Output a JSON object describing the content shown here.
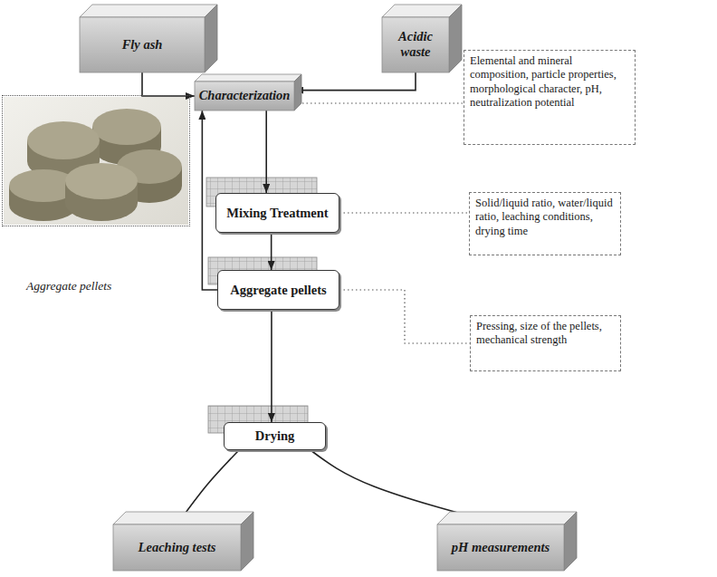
{
  "diagram": {
    "nodes": [
      {
        "text": [
          "Fly ash"
        ]
      },
      {
        "text": [
          "Acidic waste"
        ]
      },
      {
        "text": [
          "Characterization"
        ]
      },
      {
        "text": [
          "Elemental and mineral composition, particle properties, morphological character, pH, neutralization potential"
        ]
      },
      {
        "text": [
          "Aggregate pellets"
        ]
      },
      {
        "text": [
          "Mixing Treatment"
        ]
      },
      {
        "text": [
          "Solid/liquid ratio, water/liquid ratio, leaching conditions, drying time"
        ]
      },
      {
        "text": [
          "Aggregate pellets"
        ]
      },
      {
        "text": [
          "Pressing, size of the pellets, mechanical strength"
        ]
      },
      {
        "text": [
          "Drying"
        ]
      },
      {
        "text": [
          "Leaching tests"
        ]
      },
      {
        "text": [
          "pH measurements"
        ]
      }
    ],
    "edges": [
      {
        "from": 0,
        "to": 2,
        "arrow": "to"
      },
      {
        "from": 1,
        "to": 2,
        "arrow": "to"
      },
      {
        "from": 2,
        "to": 3,
        "arrow": "none"
      },
      {
        "from": 2,
        "to": 5,
        "arrow": "to"
      },
      {
        "from": 5,
        "to": 6,
        "arrow": "none"
      },
      {
        "from": 5,
        "to": 7,
        "arrow": "to"
      },
      {
        "from": 7,
        "to": 8,
        "arrow": "none"
      },
      {
        "from": 7,
        "to": 2,
        "arrow": "to"
      },
      {
        "from": 7,
        "to": 9,
        "arrow": "to"
      },
      {
        "from": 9,
        "to": 10,
        "arrow": "to"
      },
      {
        "from": 9,
        "to": 11,
        "arrow": "to"
      }
    ]
  }
}
